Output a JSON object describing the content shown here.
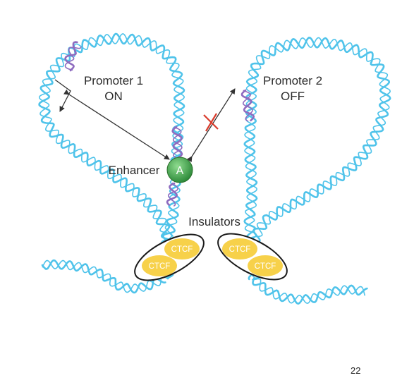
{
  "labels": {
    "promoter1_line1": "Promoter 1",
    "promoter1_line2": "ON",
    "promoter2_line1": "Promoter 2",
    "promoter2_line2": "OFF",
    "enhancer": "Enhancer",
    "activator": "A",
    "insulators": "Insulators",
    "ctcf": [
      "CTCF",
      "CTCF",
      "CTCF",
      "CTCF"
    ]
  },
  "page_number": "22",
  "colors": {
    "dna_strand": "#4fc3ea",
    "promoter_region": "#8e6bbf",
    "enhancer_region": "#8e6bbf",
    "activator_fill": "#4caf50",
    "ctcf_fill": "#f7d14a",
    "blocked_mark": "#d93b2b",
    "arrow": "#333333"
  },
  "icons": {
    "blocked": "red-x-icon",
    "activator": "activator-circle-icon"
  }
}
